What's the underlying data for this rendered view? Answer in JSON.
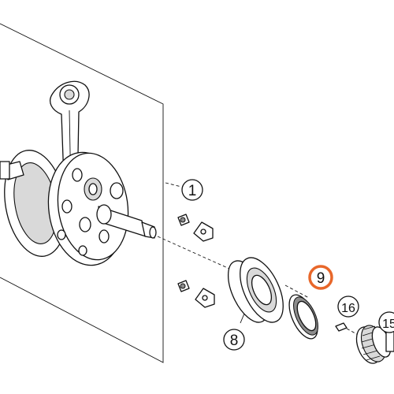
{
  "diagram": {
    "callouts": [
      {
        "id": "crankshaft",
        "label": "1",
        "highlighted": false
      },
      {
        "id": "main-bearing",
        "label": "8",
        "highlighted": false
      },
      {
        "id": "seal-ring",
        "label": "9",
        "highlighted": true
      },
      {
        "id": "key",
        "label": "16",
        "highlighted": false
      },
      {
        "id": "primary-gear",
        "label": "15",
        "highlighted": false
      }
    ],
    "colors": {
      "highlight": "#e8672a",
      "line": "#111111",
      "background": "#ffffff"
    }
  }
}
